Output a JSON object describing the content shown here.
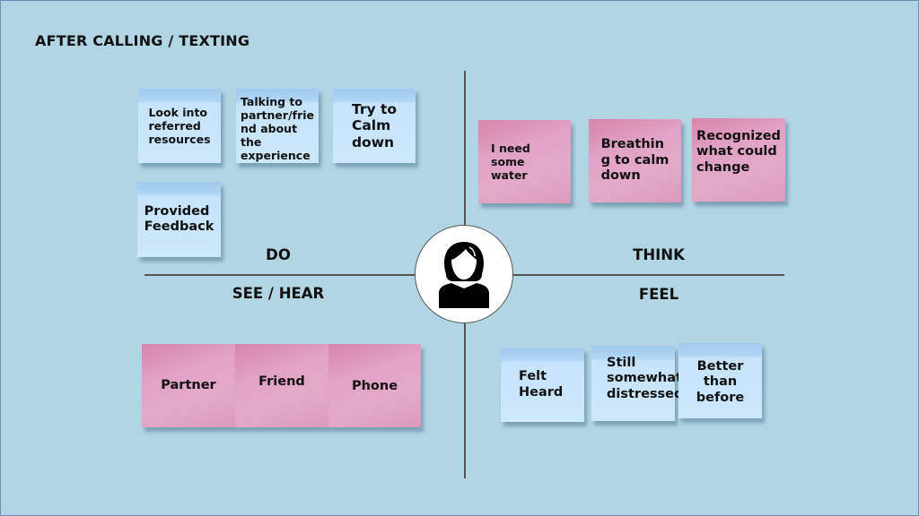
{
  "title": "AFTER CALLING / TEXTING",
  "quadrants": {
    "do": {
      "label": "DO"
    },
    "think": {
      "label": "THINK"
    },
    "see_hear": {
      "label": "SEE / HEAR"
    },
    "feel": {
      "label": "FEEL"
    }
  },
  "center": {
    "icon": "person-avatar-icon"
  },
  "colors": {
    "background": "#b2d5e4",
    "blue_note": "#cde8fc",
    "pink_note": "#e1a2c5"
  },
  "notes": {
    "do": [
      "Look into\nreferred\nresources",
      "Talking to\npartner/frie\nnd about\n the\nexperience",
      "Try to\nCalm\ndown",
      "Provided\nFeedback"
    ],
    "think": [
      "I need\nsome\nwater",
      "Breathin\ng to calm\ndown",
      "Recognized\nwhat could\nchange"
    ],
    "see_hear": [
      "Partner",
      "Friend",
      "Phone"
    ],
    "feel": [
      "Felt\nHeard",
      "Still\nsomewhat\ndistressed",
      "Better\nthan\nbefore"
    ]
  }
}
